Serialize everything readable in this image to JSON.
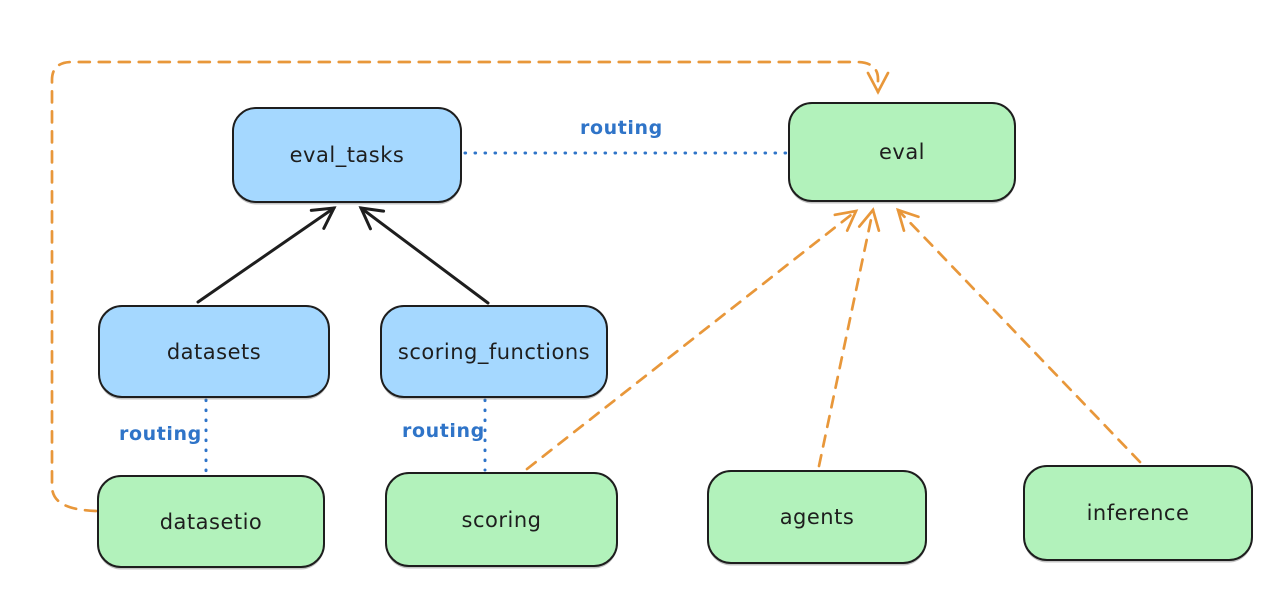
{
  "colors": {
    "blue_fill": "#a5d8ff",
    "green_fill": "#b2f2bb",
    "ink": "#1e1e1e",
    "routing_blue": "#2f74c8",
    "orange": "#e8973a",
    "bg": "#ffffff"
  },
  "nodes": {
    "eval_tasks": {
      "label": "eval_tasks",
      "fill": "blue"
    },
    "eval": {
      "label": "eval",
      "fill": "green"
    },
    "datasets": {
      "label": "datasets",
      "fill": "blue"
    },
    "scoring_functions": {
      "label": "scoring_functions",
      "fill": "blue"
    },
    "datasetio": {
      "label": "datasetio",
      "fill": "green"
    },
    "scoring": {
      "label": "scoring",
      "fill": "green"
    },
    "agents": {
      "label": "agents",
      "fill": "green"
    },
    "inference": {
      "label": "inference",
      "fill": "green"
    }
  },
  "edges": [
    {
      "from": "datasets",
      "to": "eval_tasks",
      "style": "solid-black-arrow",
      "label": ""
    },
    {
      "from": "scoring_functions",
      "to": "eval_tasks",
      "style": "solid-black-arrow",
      "label": ""
    },
    {
      "from": "eval_tasks",
      "to": "eval",
      "style": "dotted-blue",
      "label": "routing"
    },
    {
      "from": "datasets",
      "to": "datasetio",
      "style": "dotted-blue",
      "label": "routing"
    },
    {
      "from": "scoring_functions",
      "to": "scoring",
      "style": "dotted-blue",
      "label": "routing"
    },
    {
      "from": "datasetio",
      "to": "eval",
      "style": "dashed-orange-arrow",
      "label": ""
    },
    {
      "from": "scoring",
      "to": "eval",
      "style": "dashed-orange-arrow",
      "label": ""
    },
    {
      "from": "agents",
      "to": "eval",
      "style": "dashed-orange-arrow",
      "label": ""
    },
    {
      "from": "inference",
      "to": "eval",
      "style": "dashed-orange-arrow",
      "label": ""
    }
  ]
}
